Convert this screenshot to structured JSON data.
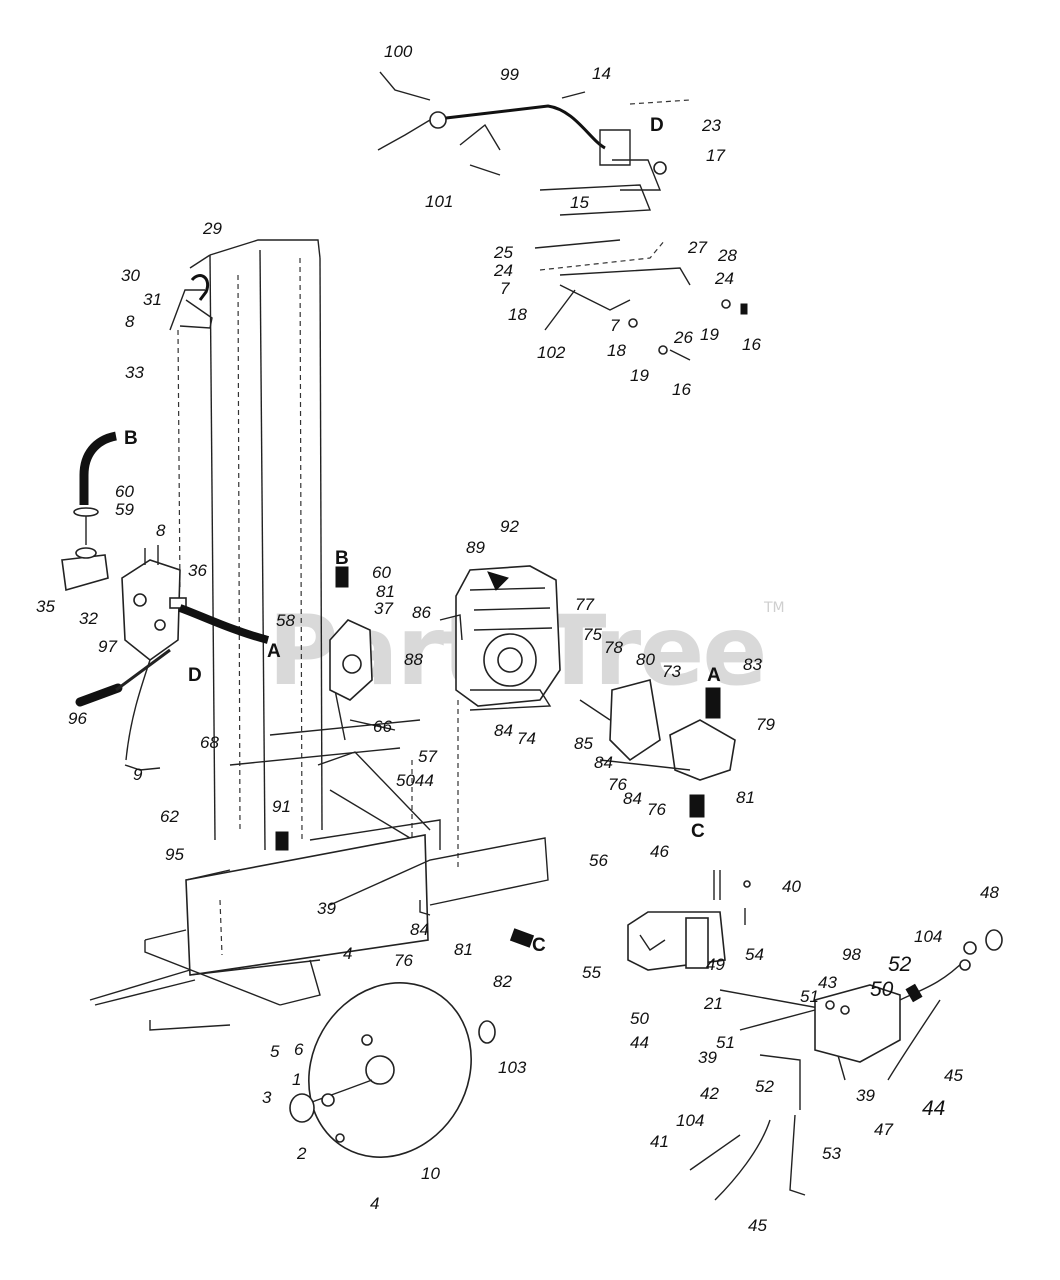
{
  "watermark": {
    "text": "PartsTree",
    "mark": "TM"
  },
  "connector_labels": [
    "A",
    "B",
    "C",
    "D"
  ],
  "callouts": [
    {
      "id": "c100",
      "text": "100"
    },
    {
      "id": "c99",
      "text": "99"
    },
    {
      "id": "c14",
      "text": "14"
    },
    {
      "id": "c23",
      "text": "23"
    },
    {
      "id": "c17",
      "text": "17"
    },
    {
      "id": "c101",
      "text": "101"
    },
    {
      "id": "c15",
      "text": "15"
    },
    {
      "id": "c25",
      "text": "25"
    },
    {
      "id": "c24a",
      "text": "24"
    },
    {
      "id": "c7a",
      "text": "7"
    },
    {
      "id": "c18a",
      "text": "18"
    },
    {
      "id": "c27",
      "text": "27"
    },
    {
      "id": "c28",
      "text": "28"
    },
    {
      "id": "c24b",
      "text": "24"
    },
    {
      "id": "c19a",
      "text": "19"
    },
    {
      "id": "c16a",
      "text": "16"
    },
    {
      "id": "c7b",
      "text": "7"
    },
    {
      "id": "c18b",
      "text": "18"
    },
    {
      "id": "c26",
      "text": "26"
    },
    {
      "id": "c102",
      "text": "102"
    },
    {
      "id": "c19b",
      "text": "19"
    },
    {
      "id": "c16b",
      "text": "16"
    },
    {
      "id": "c29",
      "text": "29"
    },
    {
      "id": "c30",
      "text": "30"
    },
    {
      "id": "c31",
      "text": "31"
    },
    {
      "id": "c8a",
      "text": "8"
    },
    {
      "id": "c33",
      "text": "33"
    },
    {
      "id": "c60a",
      "text": "60"
    },
    {
      "id": "c59",
      "text": "59"
    },
    {
      "id": "c8b",
      "text": "8"
    },
    {
      "id": "c36",
      "text": "36"
    },
    {
      "id": "c35",
      "text": "35"
    },
    {
      "id": "c32",
      "text": "32"
    },
    {
      "id": "c58",
      "text": "58"
    },
    {
      "id": "c97",
      "text": "97"
    },
    {
      "id": "c96",
      "text": "96"
    },
    {
      "id": "c9",
      "text": "9"
    },
    {
      "id": "c68",
      "text": "68"
    },
    {
      "id": "c60b",
      "text": "60"
    },
    {
      "id": "c81a",
      "text": "81"
    },
    {
      "id": "c37",
      "text": "37"
    },
    {
      "id": "c86",
      "text": "86"
    },
    {
      "id": "c88",
      "text": "88"
    },
    {
      "id": "c66",
      "text": "66"
    },
    {
      "id": "c89",
      "text": "89"
    },
    {
      "id": "c92",
      "text": "92"
    },
    {
      "id": "c77",
      "text": "77"
    },
    {
      "id": "c75",
      "text": "75"
    },
    {
      "id": "c78",
      "text": "78"
    },
    {
      "id": "c80",
      "text": "80"
    },
    {
      "id": "c73",
      "text": "73"
    },
    {
      "id": "c83",
      "text": "83"
    },
    {
      "id": "c79",
      "text": "79"
    },
    {
      "id": "c84a",
      "text": "84"
    },
    {
      "id": "c74",
      "text": "74"
    },
    {
      "id": "c85",
      "text": "85"
    },
    {
      "id": "c84b",
      "text": "84"
    },
    {
      "id": "c76a",
      "text": "76"
    },
    {
      "id": "c84c",
      "text": "84"
    },
    {
      "id": "c76b",
      "text": "76"
    },
    {
      "id": "c81b",
      "text": "81"
    },
    {
      "id": "c57",
      "text": "57"
    },
    {
      "id": "c5044",
      "text": "5044"
    },
    {
      "id": "c62",
      "text": "62"
    },
    {
      "id": "c91",
      "text": "91"
    },
    {
      "id": "c95",
      "text": "95"
    },
    {
      "id": "c39a",
      "text": "39"
    },
    {
      "id": "c84d",
      "text": "84"
    },
    {
      "id": "c81c",
      "text": "81"
    },
    {
      "id": "c82",
      "text": "82"
    },
    {
      "id": "c4a",
      "text": "4"
    },
    {
      "id": "c76c",
      "text": "76"
    },
    {
      "id": "c103",
      "text": "103"
    },
    {
      "id": "c5",
      "text": "5"
    },
    {
      "id": "c6",
      "text": "6"
    },
    {
      "id": "c1",
      "text": "1"
    },
    {
      "id": "c3",
      "text": "3"
    },
    {
      "id": "c2",
      "text": "2"
    },
    {
      "id": "c10",
      "text": "10"
    },
    {
      "id": "c4b",
      "text": "4"
    },
    {
      "id": "c56",
      "text": "56"
    },
    {
      "id": "c46",
      "text": "46"
    },
    {
      "id": "c40",
      "text": "40"
    },
    {
      "id": "c48",
      "text": "48"
    },
    {
      "id": "c104a",
      "text": "104"
    },
    {
      "id": "c55",
      "text": "55"
    },
    {
      "id": "c49",
      "text": "49"
    },
    {
      "id": "c54",
      "text": "54"
    },
    {
      "id": "c98",
      "text": "98"
    },
    {
      "id": "c52a",
      "text": "52"
    },
    {
      "id": "c43",
      "text": "43"
    },
    {
      "id": "c51a",
      "text": "51"
    },
    {
      "id": "c50a",
      "text": "50"
    },
    {
      "id": "c21",
      "text": "21"
    },
    {
      "id": "c50b",
      "text": "50"
    },
    {
      "id": "c44a",
      "text": "44"
    },
    {
      "id": "c39b",
      "text": "39"
    },
    {
      "id": "c51b",
      "text": "51"
    },
    {
      "id": "c45a",
      "text": "45"
    },
    {
      "id": "c42",
      "text": "42"
    },
    {
      "id": "c52b",
      "text": "52"
    },
    {
      "id": "c39c",
      "text": "39"
    },
    {
      "id": "c44b",
      "text": "44"
    },
    {
      "id": "c47",
      "text": "47"
    },
    {
      "id": "c104b",
      "text": "104"
    },
    {
      "id": "c41",
      "text": "41"
    },
    {
      "id": "c53",
      "text": "53"
    },
    {
      "id": "c45b",
      "text": "45"
    }
  ]
}
